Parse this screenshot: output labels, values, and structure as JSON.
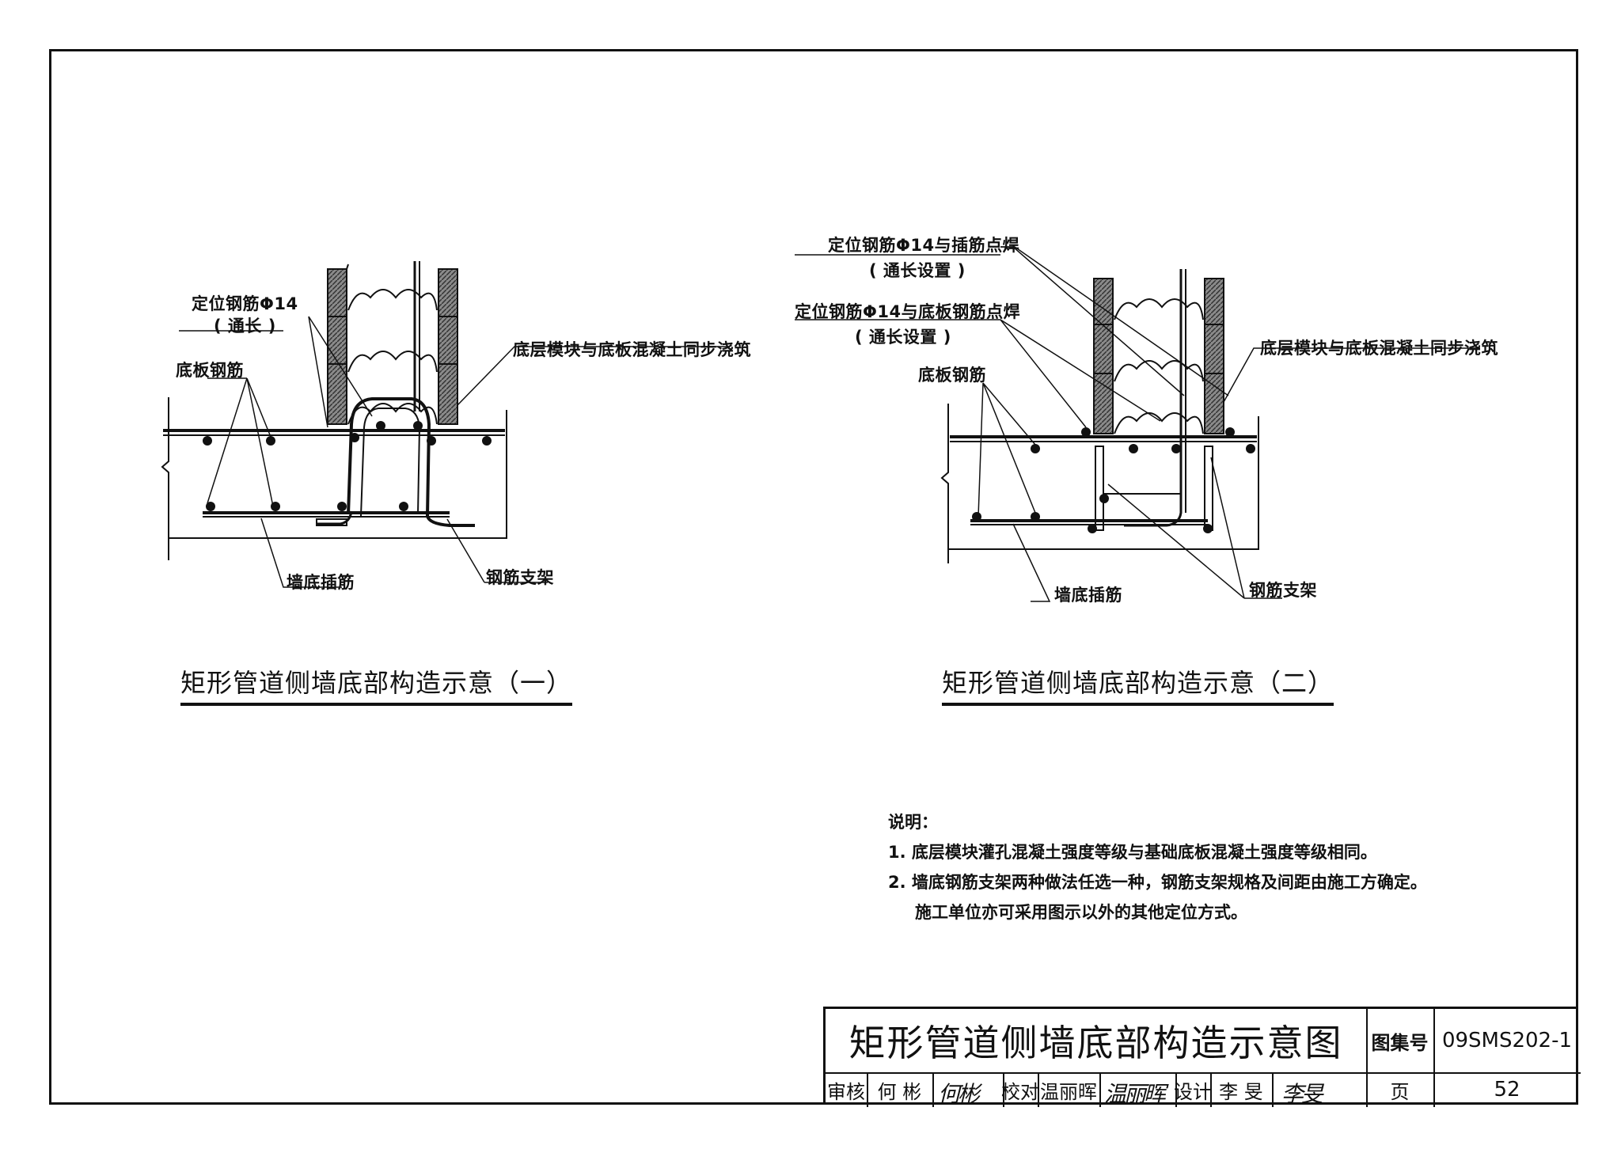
{
  "figure1": {
    "labels": {
      "positioning_bar": "定位钢筋Φ14",
      "positioning_bar_note": "( 通长 )",
      "slab_rebar": "底板钢筋",
      "bottom_block": "底层模块与底板混凝土同步浇筑",
      "wall_dowel": "墙底插筋",
      "rebar_support": "钢筋支架"
    },
    "caption": "矩形管道侧墙底部构造示意（一）"
  },
  "figure2": {
    "labels": {
      "positioning_weld_dowel": "定位钢筋Φ14与插筋点焊",
      "positioning_weld_dowel_note": "( 通长设置 )",
      "positioning_weld_slab": "定位钢筋Φ14与底板钢筋点焊",
      "positioning_weld_slab_note": "( 通长设置 )",
      "slab_rebar": "底板钢筋",
      "bottom_block": "底层模块与底板混凝土同步浇筑",
      "wall_dowel": "墙底插筋",
      "rebar_support": "钢筋支架"
    },
    "caption": "矩形管道侧墙底部构造示意（二）"
  },
  "notes": {
    "heading": "说明：",
    "item1": "1.  底层模块灌孔混凝土强度等级与基础底板混凝土强度等级相同。",
    "item2": "2.  墙底钢筋支架两种做法任选一种，钢筋支架规格及间距由施工方确定。",
    "item2_cont": "施工单位亦可采用图示以外的其他定位方式。"
  },
  "title_block": {
    "title": "矩形管道侧墙底部构造示意图",
    "atlas_label": "图集号",
    "atlas_no": "09SMS202-1",
    "page_label": "页",
    "page_no": "52",
    "review_label": "审核",
    "reviewer": "何  彬",
    "check_label": "校对",
    "checker": "温丽晖",
    "design_label": "设计",
    "designer": "李  旻",
    "sign_review": "何彬",
    "sign_check": "温丽晖",
    "sign_design": "李旻"
  }
}
